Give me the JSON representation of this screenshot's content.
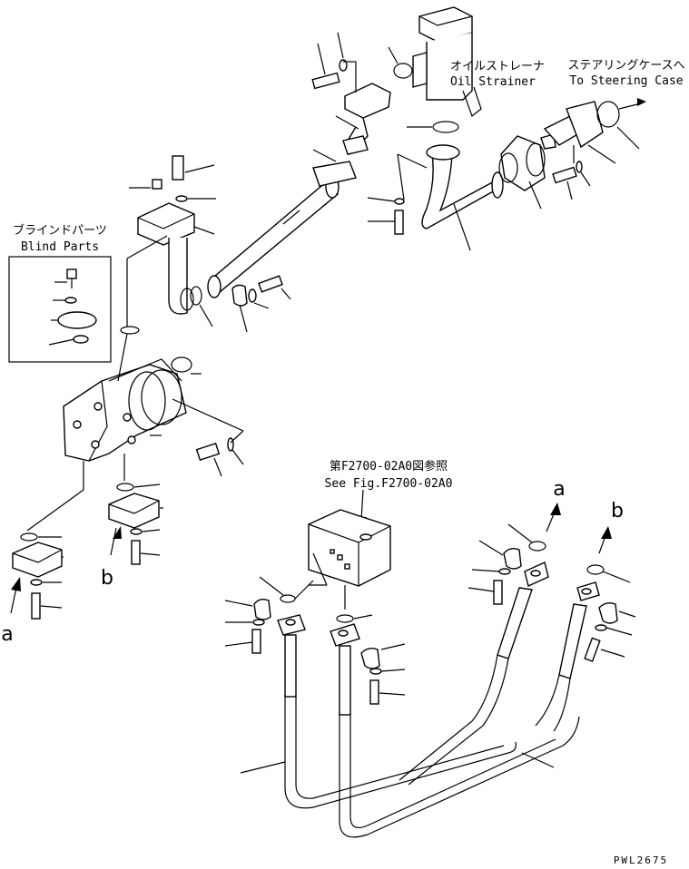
{
  "labels": {
    "oil_strainer_ja": "オイルストレーナ",
    "oil_strainer_en": "Oil Strainer",
    "steering_case_ja": "ステアリングケースへ",
    "steering_case_en": "To Steering Case",
    "blind_parts_ja": "ブラインドパーツ",
    "blind_parts_en": "Blind Parts",
    "see_fig_ja": "第F2700-02A0図参照",
    "see_fig_en": "See Fig.F2700-02A0",
    "marker_a": "a",
    "marker_b": "b",
    "drawing_code": "PWL2675"
  }
}
